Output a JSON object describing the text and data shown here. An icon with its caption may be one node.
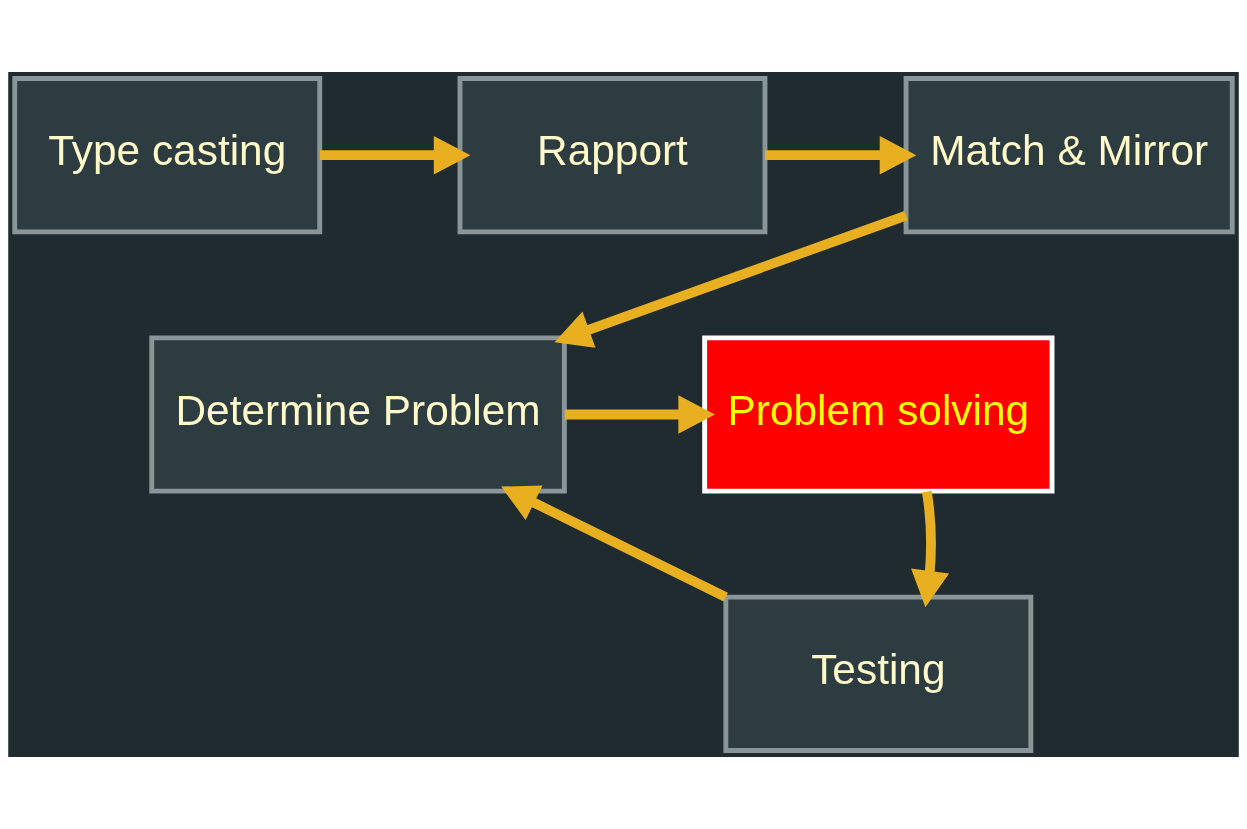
{
  "diagram": {
    "nodes": [
      {
        "text": [
          "Type casting"
        ]
      },
      {
        "text": [
          "Rapport"
        ]
      },
      {
        "text": [
          "Match & Mirror"
        ]
      },
      {
        "text": [
          "Determine Problem"
        ]
      },
      {
        "text": [
          "Problem solving"
        ]
      },
      {
        "text": [
          "Testing"
        ]
      }
    ],
    "edges": [
      {
        "from": 0,
        "to": 1,
        "arrow": "to"
      },
      {
        "from": 1,
        "to": 2,
        "arrow": "to"
      },
      {
        "from": 2,
        "to": 3,
        "arrow": "to"
      },
      {
        "from": 3,
        "to": 4,
        "arrow": "to"
      },
      {
        "from": 4,
        "to": 5,
        "arrow": "to"
      },
      {
        "from": 5,
        "to": 3,
        "arrow": "to"
      }
    ]
  }
}
